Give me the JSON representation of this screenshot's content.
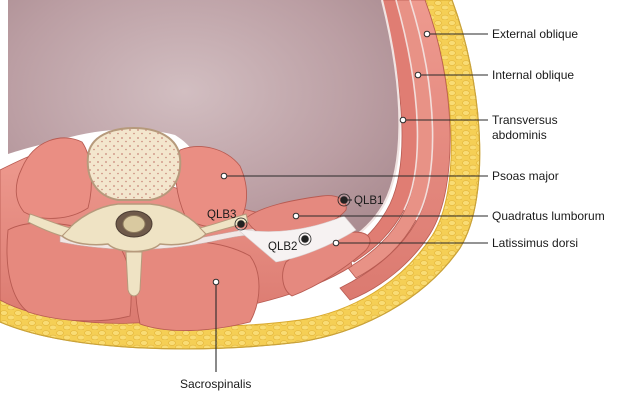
{
  "labels": {
    "external_oblique": "External oblique",
    "internal_oblique": "Internal oblique",
    "transversus_line1": "Transversus",
    "transversus_line2": "abdominis",
    "psoas_major": "Psoas major",
    "quadratus_lumborum": "Quadratus lumborum",
    "latissimus_dorsi": "Latissimus dorsi",
    "sacrospinalis": "Sacrospinalis"
  },
  "injection_points": {
    "qlb1": "QLB1",
    "qlb2": "QLB2",
    "qlb3": "QLB3"
  },
  "colors": {
    "abdominal_cavity": "#b89a9e",
    "muscle": "#e0847a",
    "muscle_light": "#eea59a",
    "fat": "#f2cd52",
    "skin": "#f7e7b4",
    "bone": "#efe3c4",
    "fascia": "#e9e2e2",
    "leader_line": "#2a2a2a"
  }
}
